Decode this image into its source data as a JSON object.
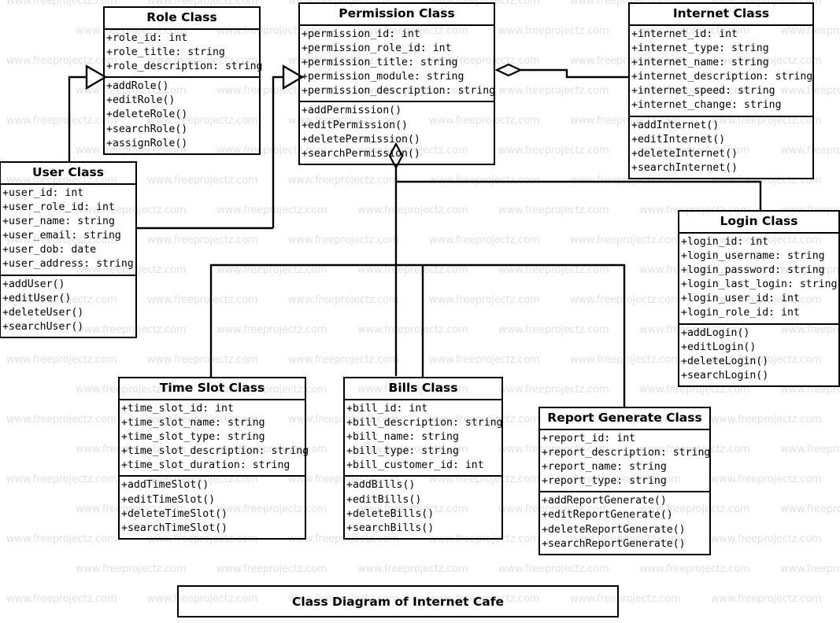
{
  "diagram": {
    "caption": "Class Diagram of Internet Cafe",
    "watermark_text": "www.freeprojectz.com",
    "line_color": "#000000",
    "background_color": "#ffffff",
    "watermark_color": "#e2e2e2"
  },
  "classes": [
    {
      "id": "role",
      "title": "Role Class",
      "attributes": [
        "+role_id: int",
        "+role_title: string",
        "+role_description: string"
      ],
      "methods": [
        "+addRole()",
        "+editRole()",
        "+deleteRole()",
        "+searchRole()",
        "+assignRole()"
      ]
    },
    {
      "id": "permission",
      "title": "Permission Class",
      "attributes": [
        "+permission_id: int",
        "+permission_role_id: int",
        "+permission_title: string",
        "+permission_module: string",
        "+permission_description: string"
      ],
      "methods": [
        "+addPermission()",
        "+editPermission()",
        "+deletePermission()",
        "+searchPermission()"
      ]
    },
    {
      "id": "internet",
      "title": "Internet Class",
      "attributes": [
        "+internet_id: int",
        "+internet_type: string",
        "+internet_name: string",
        "+internet_description: string",
        "+internet_speed: string",
        "+internet_change: string"
      ],
      "methods": [
        "+addInternet()",
        "+editInternet()",
        "+deleteInternet()",
        "+searchInternet()"
      ]
    },
    {
      "id": "user",
      "title": "User Class",
      "attributes": [
        "+user_id: int",
        "+user_role_id: int",
        "+user_name: string",
        "+user_email: string",
        "+user_dob: date",
        "+user_address: string"
      ],
      "methods": [
        "+addUser()",
        "+editUser()",
        "+deleteUser()",
        "+searchUser()"
      ]
    },
    {
      "id": "login",
      "title": "Login Class",
      "attributes": [
        "+login_id: int",
        "+login_username: string",
        "+login_password: string",
        "+login_last_login: string",
        "+login_user_id: int",
        "+login_role_id: int"
      ],
      "methods": [
        "+addLogin()",
        "+editLogin()",
        "+deleteLogin()",
        "+searchLogin()"
      ]
    },
    {
      "id": "timeslot",
      "title": "Time Slot Class",
      "attributes": [
        "+time_slot_id: int",
        "+time_slot_name: string",
        "+time_slot_type: string",
        "+time_slot_description: string",
        "+time_slot_duration: string"
      ],
      "methods": [
        "+addTimeSlot()",
        "+editTimeSlot()",
        "+deleteTimeSlot()",
        "+searchTimeSlot()"
      ]
    },
    {
      "id": "bills",
      "title": "Bills Class",
      "attributes": [
        "+bill_id: int",
        "+bill_description: string",
        "+bill_name: string",
        "+bill_type: string",
        "+bill_customer_id: int"
      ],
      "methods": [
        "+addBills()",
        "+editBills()",
        "+deleteBills()",
        "+searchBills()"
      ]
    },
    {
      "id": "report",
      "title": "Report Generate Class",
      "attributes": [
        "+report_id: int",
        "+report_description: string",
        "+report_name: string",
        "+report_type: string"
      ],
      "methods": [
        "+addReportGenerate()",
        "+editReportGenerate()",
        "+deleteReportGenerate()",
        "+searchReportGenerate()"
      ]
    }
  ]
}
